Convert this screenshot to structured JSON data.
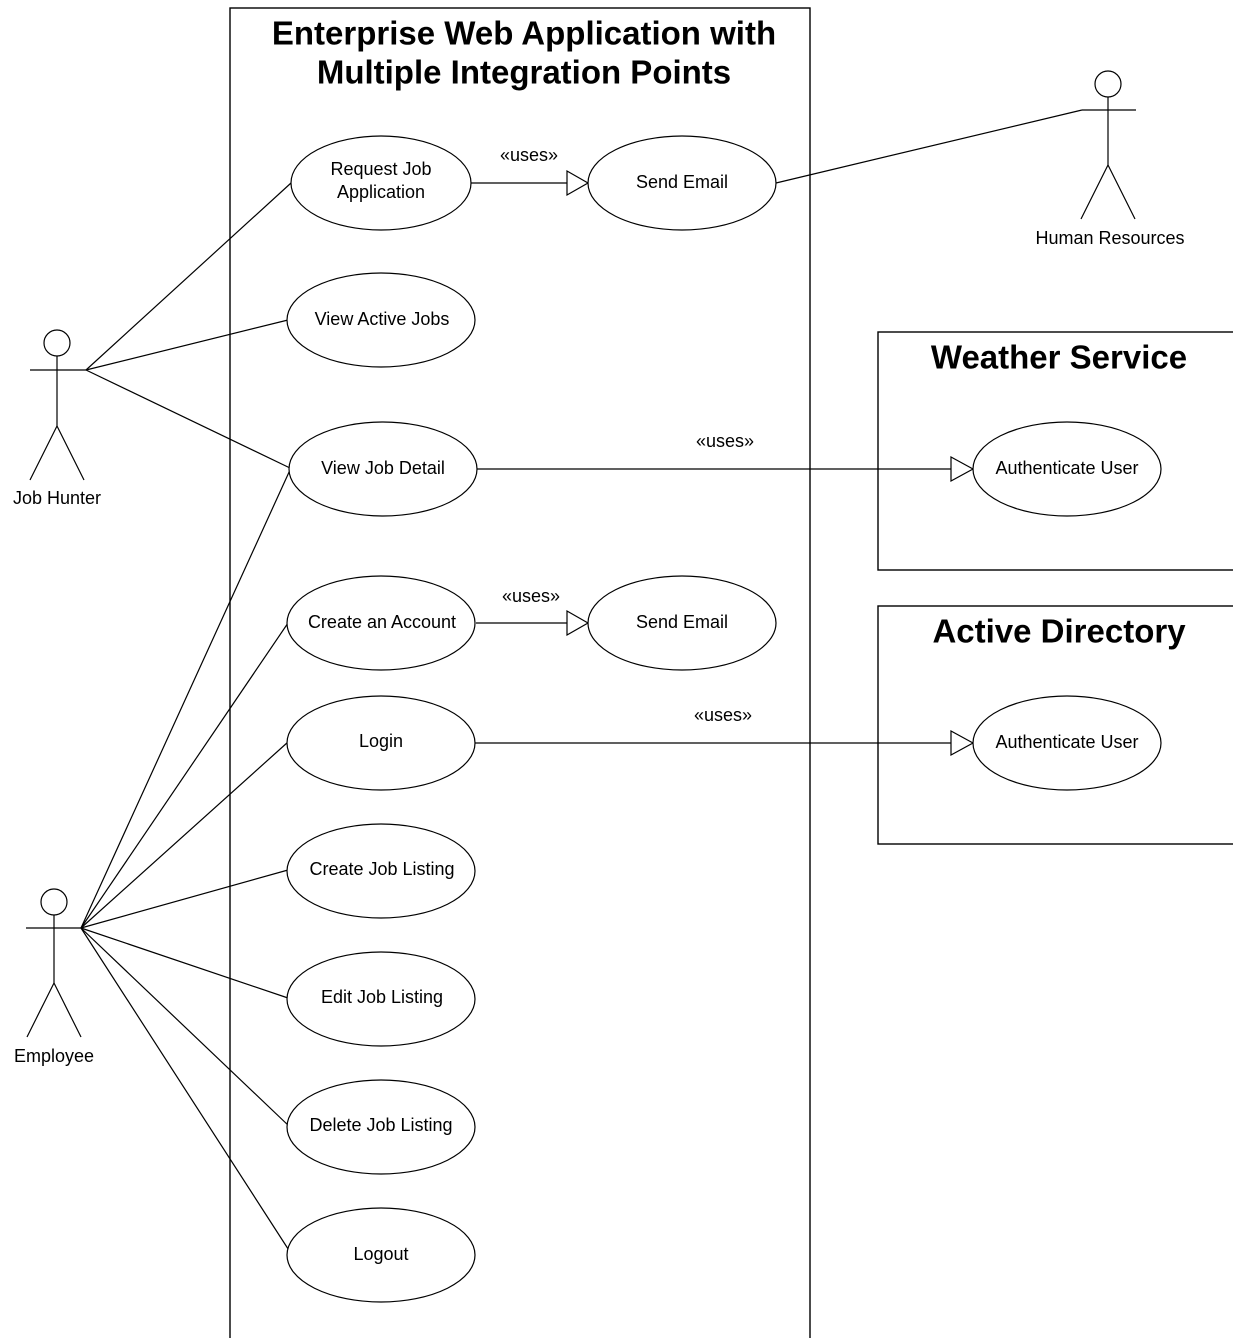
{
  "system": {
    "title_line1": "Enterprise Web Application with",
    "title_line2": "Multiple Integration Points"
  },
  "external_systems": {
    "weather": {
      "title": "Weather Service",
      "use_case": "Authenticate User"
    },
    "directory": {
      "title": "Active Directory",
      "use_case": "Authenticate User"
    }
  },
  "actors": {
    "job_hunter": "Job Hunter",
    "employee": "Employee",
    "human_resources": "Human Resources"
  },
  "use_cases": {
    "request_job_line1": "Request Job",
    "request_job_line2": "Application",
    "send_email_1": "Send Email",
    "view_active_jobs": "View Active Jobs",
    "view_job_detail": "View Job Detail",
    "create_account": "Create an Account",
    "send_email_2": "Send Email",
    "login": "Login",
    "create_job_listing": "Create Job Listing",
    "edit_job_listing": "Edit Job Listing",
    "delete_job_listing": "Delete Job Listing",
    "logout": "Logout"
  },
  "stereotypes": {
    "uses_request_email": "«uses»",
    "uses_detail_weather": "«uses»",
    "uses_account_email": "«uses»",
    "uses_login_directory": "«uses»"
  }
}
